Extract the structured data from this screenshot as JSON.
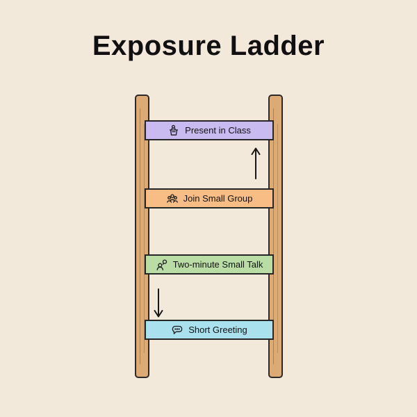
{
  "title": "Exposure Ladder",
  "colors": {
    "background": "#f3e9da",
    "rail": "#dcaa74",
    "outline": "#262626"
  },
  "ladder": {
    "rungs": [
      {
        "label": "Present in Class",
        "color": "#c9bbf0",
        "icon": "presenter-podium-icon"
      },
      {
        "label": "Join Small Group",
        "color": "#f8bd85",
        "icon": "people-group-icon"
      },
      {
        "label": "Two-minute Small Talk",
        "color": "#b9dda4",
        "icon": "person-talking-icon"
      },
      {
        "label": "Short Greeting",
        "color": "#a9e1ee",
        "icon": "speech-bubble-icon"
      }
    ],
    "arrows": [
      {
        "direction": "up",
        "glyph": "↑"
      },
      {
        "direction": "down",
        "glyph": "↓"
      }
    ]
  }
}
